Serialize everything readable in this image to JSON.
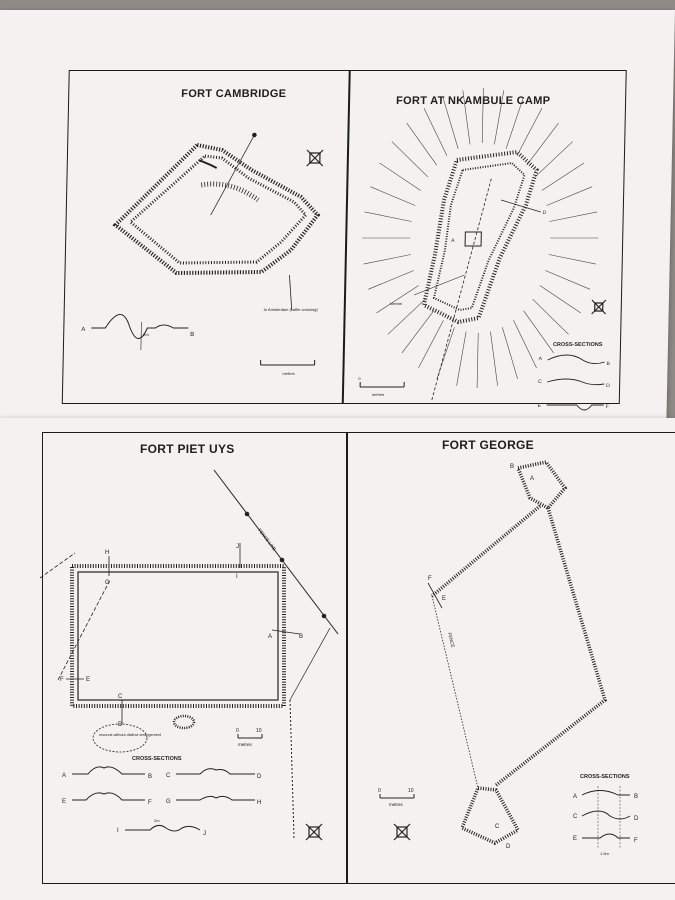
{
  "top_page": {
    "cambridge": {
      "title": "FORT CAMBRIDGE",
      "note": "to Amsterdam (cattle crossing)",
      "scale_label": "metres",
      "section": {
        "a": "A",
        "b": "B",
        "depth": "2m"
      }
    },
    "nkambule": {
      "title": "FORT AT NKAMBULE CAMP",
      "stream": "stream",
      "sections_title": "CROSS-SECTIONS",
      "scale_label": "metres",
      "scale_zero": "0",
      "points": {
        "a": "A",
        "b": "B",
        "c": "C",
        "d": "D",
        "e": "E",
        "f": "F"
      }
    }
  },
  "bottom_page": {
    "piet_uys": {
      "title": "FORT PIET UYS",
      "fence_label": "FENCE LINE",
      "mounds_label": "mounds without distinct arrangement",
      "sections_title": "CROSS-SECTIONS",
      "scale_zero": "0",
      "scale_ten": "10",
      "scale_label": "metres",
      "depth": "2m",
      "points": {
        "a": "A",
        "b": "B",
        "c": "C",
        "d": "D",
        "e": "E",
        "f": "F",
        "g": "G",
        "h": "H",
        "i": "I",
        "j": "J"
      }
    },
    "george": {
      "title": "FORT GEORGE",
      "fence_label": "FENCE",
      "sections_title": "CROSS-SECTIONS",
      "scale_zero": "0",
      "scale_ten": "10",
      "scale_label": "metres",
      "width_label": "1.5m",
      "points": {
        "a": "A",
        "b": "B",
        "c": "C",
        "d": "D",
        "e": "E",
        "f": "F"
      }
    }
  },
  "colors": {
    "ink": "#1b1b1b",
    "paper": "#f4f1f0",
    "background": "#8f8a86"
  },
  "icons": [
    "compass-rose-icon"
  ]
}
